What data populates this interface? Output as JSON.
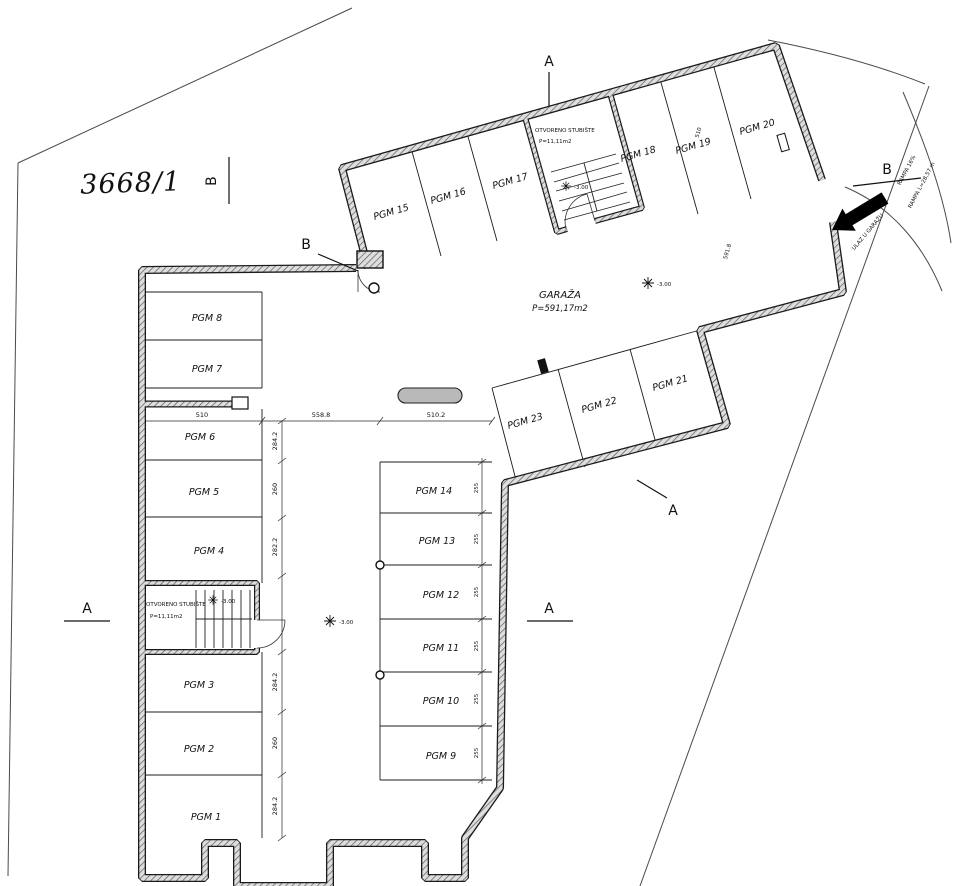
{
  "drawing": {
    "parcel_number": "3668/1",
    "garage_title": "GARAŽA",
    "garage_area": "P=591,17m2",
    "stairwell_title": "OTVORENO STUBIŠTE",
    "stairwell_area": "P=11,11m2",
    "elevation_mark": "-3.00",
    "section_a": "A",
    "section_b": "B",
    "ramp_line1": "RAMPA 16%",
    "ramp_line2": "RAMPA L=28,57 m",
    "entrance_label": "ULAZ U GARAŽU",
    "parking_labels": [
      "PGM 1",
      "PGM 2",
      "PGM 3",
      "PGM 4",
      "PGM 5",
      "PGM 6",
      "PGM 7",
      "PGM 8",
      "PGM 9",
      "PGM 10",
      "PGM 11",
      "PGM 12",
      "PGM 13",
      "PGM 14",
      "PGM 15",
      "PGM 16",
      "PGM 17",
      "PGM 18",
      "PGM 19",
      "PGM 20",
      "PGM 21",
      "PGM 22",
      "PGM 23"
    ],
    "dim_h": [
      "510",
      "558.8",
      "510.2"
    ],
    "dim_v_left": [
      "284.2",
      "260",
      "282.2",
      "284.2",
      "260",
      "284.2"
    ],
    "dim_stall_width": "255",
    "dim_upper_length": "591.8",
    "dim_upper_stall": "510"
  }
}
